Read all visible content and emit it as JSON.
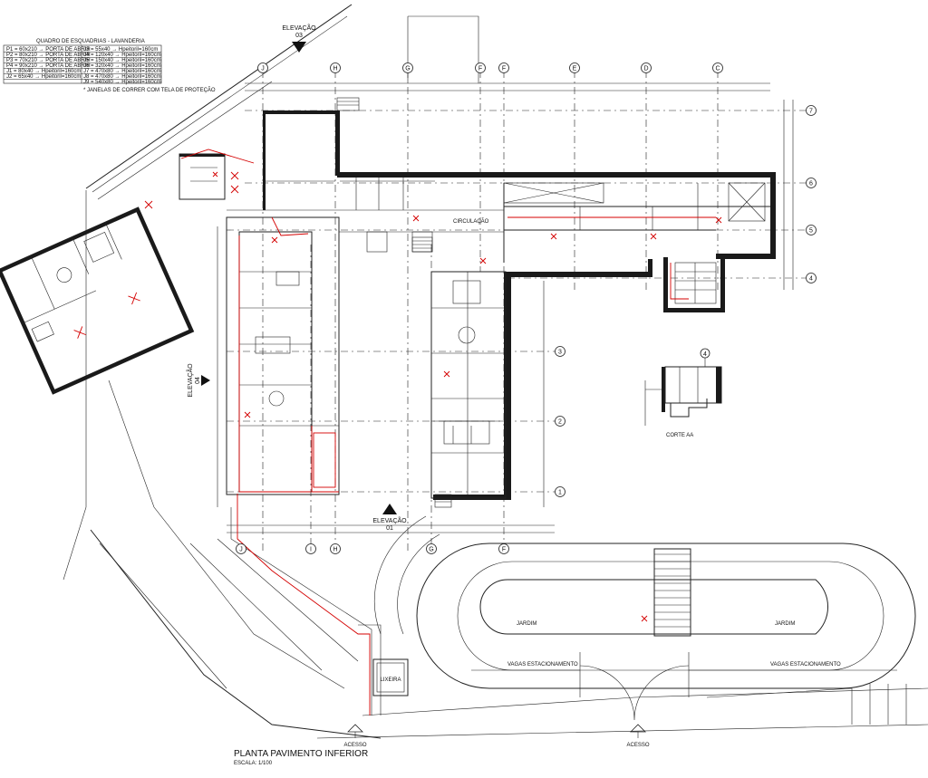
{
  "legend": {
    "title": "QUADRO DE ESQUADRIAS - LAVANDERIA",
    "rows": [
      [
        "P1 = 60x210 → PORTA DE ABRIR",
        "J3 = 55x40 → Hpeitoril=160cm"
      ],
      [
        "P2 = 80x210 → PORTA DE ABRIR",
        "J4 = 120x40 → Hpeitoril=160cm"
      ],
      [
        "P3 = 70x210 → PORTA DE ABRIR",
        "J5 = 150x40 → Hpeitoril=160cm"
      ],
      [
        "P4 = 90x210 → PORTA DE ABRIR",
        "J6 = 320x40 → Hpeitoril=160cm"
      ],
      [
        "J1 = 80x40 → Hpeitoril=160cm",
        "J7 = 470x80 → Hpeitoril=160cm"
      ],
      [
        "J2 = 65x40 → Hpeitoril=160cm",
        "J8 = 470x80 → Hpeitoril=160cm"
      ],
      [
        "",
        "J9 = 540x80 → Hpeitoril=160cm"
      ]
    ],
    "note": "* JANELAS DE CORRER COM TELA DE PROTEÇÃO"
  },
  "elevations": {
    "e03": {
      "word": "ELEVAÇÃO",
      "num": "03"
    },
    "e04": {
      "word": "ELEVAÇÃO",
      "num": "04"
    },
    "e01": {
      "word": "ELEVAÇÃO",
      "num": "01"
    }
  },
  "axes_top": [
    "J",
    "H",
    "G",
    "F",
    "F",
    "E",
    "D",
    "C"
  ],
  "axes_bottom": [
    "J",
    "I",
    "H",
    "G",
    "F"
  ],
  "axes_right": [
    "7",
    "6",
    "5",
    "4"
  ],
  "axes_mid": [
    "3",
    "2",
    "1"
  ],
  "detail_marker": "4",
  "labels": {
    "circulacao": "CIRCULAÇÃO",
    "jardim_left": "JARDIM",
    "jardim_right": "JARDIM",
    "acesso_left": "ACESSO",
    "acesso_right": "ACESSO",
    "estacionamento_left": "VAGAS ESTACIONAMENTO",
    "estacionamento_right": "VAGAS ESTACIONAMENTO",
    "lixo": "LIXEIRA",
    "corte": "CORTE AA"
  },
  "title": {
    "main": "PLANTA PAVIMENTO INFERIOR",
    "scale": "ESCALA: 1/100"
  },
  "colors": {
    "line": "#222222",
    "wall": "#1a1a1a",
    "red": "#d40000"
  }
}
